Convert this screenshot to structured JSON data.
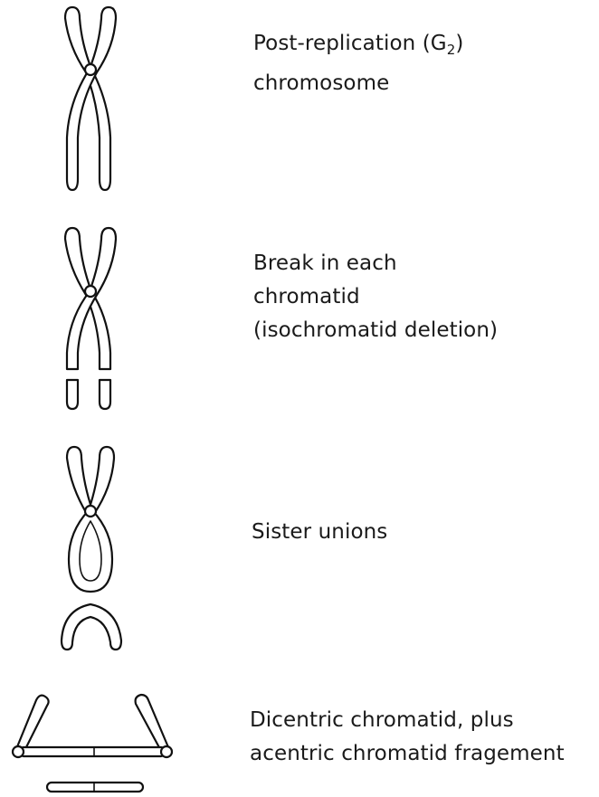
{
  "panels": [
    {
      "id": "g2",
      "caption": [
        "Post-replication (G",
        "2",
        ")",
        "chromosome"
      ]
    },
    {
      "id": "isochromatid",
      "caption": [
        "Break in each",
        "chromatid",
        "(isochromatid deletion)"
      ]
    },
    {
      "id": "sister",
      "caption": [
        "Sister unions"
      ]
    },
    {
      "id": "dicentric",
      "caption": [
        "Dicentric chromatid, plus",
        "acentric chromatid fragement"
      ]
    }
  ]
}
